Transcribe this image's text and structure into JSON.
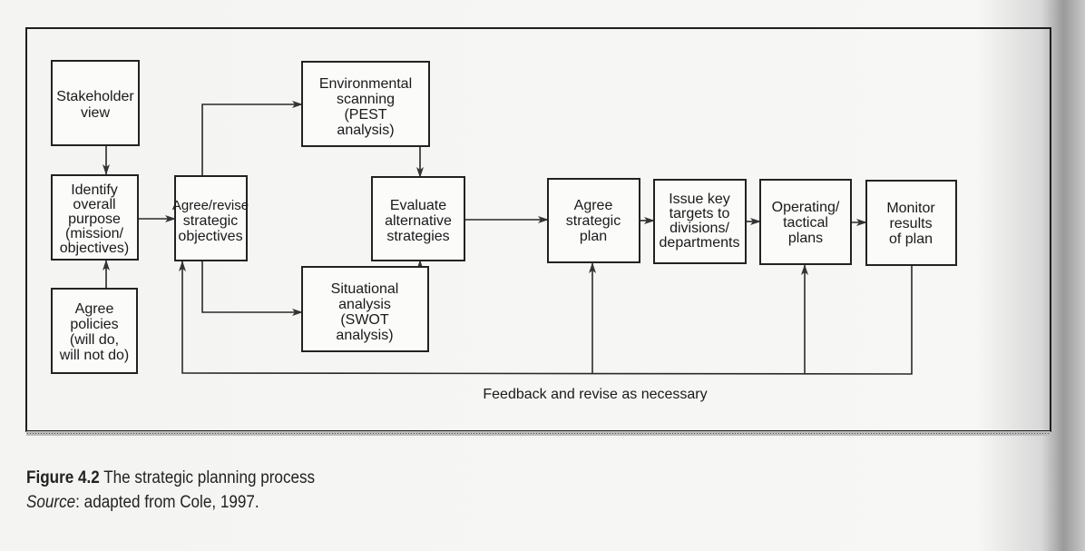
{
  "diagram": {
    "boxes": {
      "stakeholder": [
        "Stakeholder",
        "view"
      ],
      "identify": [
        "Identify",
        "overall",
        "purpose",
        "(mission/",
        "objectives)"
      ],
      "policies": [
        "Agree",
        "policies",
        "(will do,",
        "will not do)"
      ],
      "revise": [
        "Agree/revise",
        "strategic",
        "objectives"
      ],
      "environmental": [
        "Environmental",
        "scanning",
        "(PEST",
        "analysis)"
      ],
      "situational": [
        "Situational",
        "analysis",
        "(SWOT",
        "analysis)"
      ],
      "evaluate": [
        "Evaluate",
        "alternative",
        "strategies"
      ],
      "plan": [
        "Agree",
        "strategic",
        "plan"
      ],
      "targets": [
        "Issue key",
        "targets to",
        "divisions/",
        "departments"
      ],
      "operating": [
        "Operating/",
        "tactical",
        "plans"
      ],
      "monitor": [
        "Monitor",
        "results",
        "of plan"
      ]
    },
    "feedback_label": "Feedback and revise as necessary"
  },
  "caption": {
    "figure_number": "Figure 4.2",
    "title": "The strategic planning process",
    "source_label": "Source",
    "source_text": ": adapted from Cole, 1997."
  }
}
